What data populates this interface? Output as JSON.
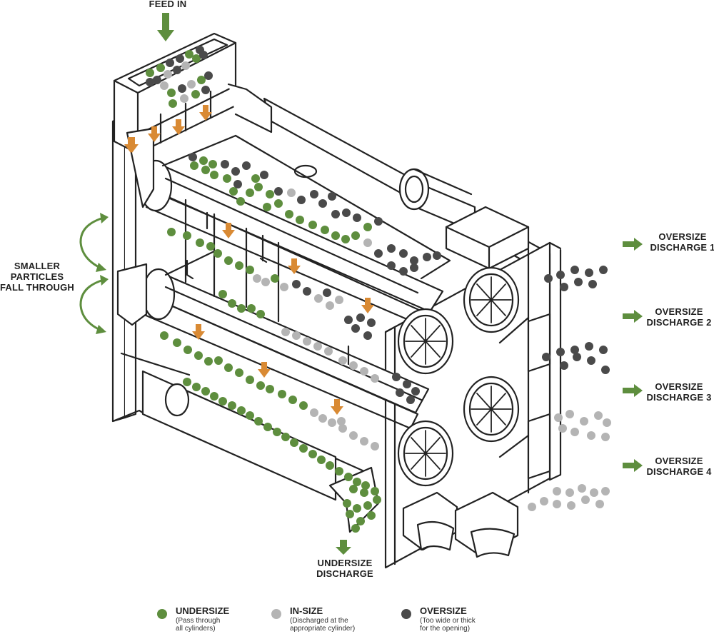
{
  "labels": {
    "feed_in": "FEED IN",
    "smaller_particles": [
      "SMALLER",
      "PARTICLES",
      "FALL THROUGH"
    ],
    "undersize_discharge": [
      "UNDERSIZE",
      "DISCHARGE"
    ],
    "oversize_discharges": [
      [
        "OVERSIZE",
        "DISCHARGE 1"
      ],
      [
        "OVERSIZE",
        "DISCHARGE 2"
      ],
      [
        "OVERSIZE",
        "DISCHARGE 3"
      ],
      [
        "OVERSIZE",
        "DISCHARGE 4"
      ]
    ]
  },
  "legend": [
    {
      "title": "UNDERSIZE",
      "desc": [
        "(Pass through",
        "all cylinders)"
      ],
      "color": "#5e8e3e"
    },
    {
      "title": "IN-SIZE",
      "desc": [
        "(Discharged at the",
        "appropriate cylinder)"
      ],
      "color": "#b4b4b4"
    },
    {
      "title": "OVERSIZE",
      "desc": [
        "(Too wide or thick",
        "for the opening)"
      ],
      "color": "#4a4a4a"
    }
  ],
  "colors": {
    "undersize": "#5e8e3e",
    "insize": "#b4b4b4",
    "oversize": "#4a4a4a",
    "flow_arrow": "#d98a34",
    "green_arrow": "#5e8e3e",
    "line": "#222222"
  }
}
